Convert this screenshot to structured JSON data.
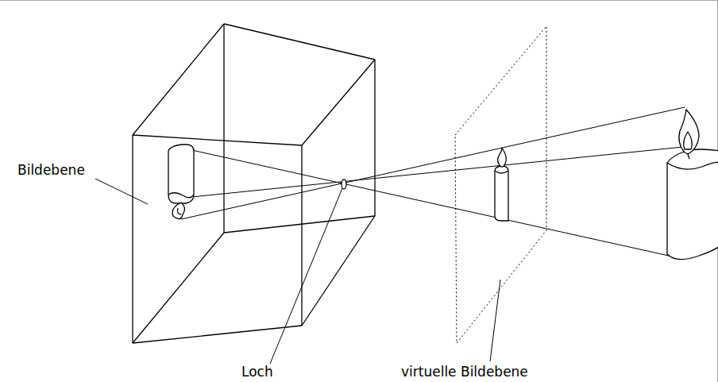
{
  "diagram": {
    "labels": [
      "Bildebene",
      "Loch",
      "virtuelle Bildebene"
    ]
  }
}
